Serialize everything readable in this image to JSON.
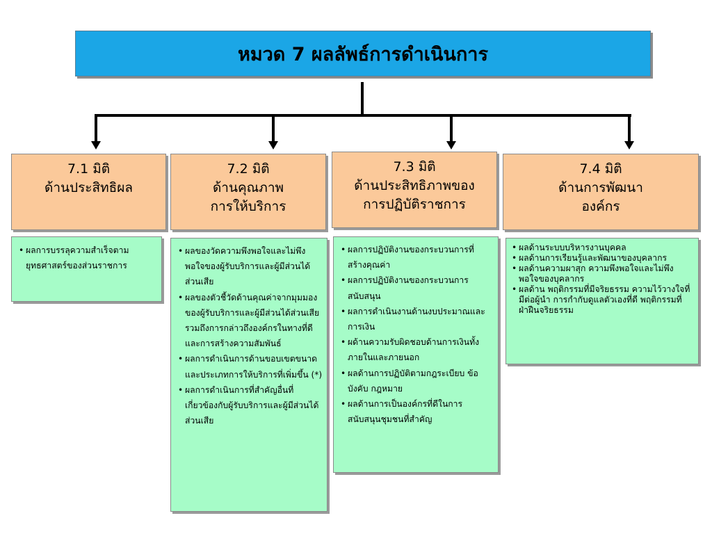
{
  "title": "หมวด 7 ผลลัพธ์การดำเนินการ",
  "columns": [
    {
      "heading": [
        "7.1  มิติ",
        "ด้านประสิทธิผล"
      ],
      "items": [
        "ผลการบรรลุความสำเร็จตามยุทธศาสตร์ของส่วนราชการ"
      ]
    },
    {
      "heading": [
        "7.2  มิติ",
        "ด้านคุณภาพ",
        "การให้บริการ"
      ],
      "items": [
        "ผลของวัดความพึงพอใจและไม่พึงพอใจของผู้รับบริการและผู้มีส่วนได้ส่วนเสีย",
        "ผลของตัวชี้วัดด้านคุณค่าจากมุมมองของผู้รับบริการและผู้มีส่วนได้ส่วนเสีย รวมถึงการกล่าวถึงองค์กรในทางที่ดี และการสร้างความสัมพันธ์",
        "ผลการดำเนินการด้านขอบเขตขนาด และประเภทการให้บริการที่เพิ่มขึ้น (*)",
        " ผลการดำเนินการที่สำคัญอื่นที่เกี่ยวข้องกับผู้รับบริการและผู้มีส่วนได้ส่วนเสีย"
      ]
    },
    {
      "heading": [
        "7.3  มิติ",
        "ด้านประสิทธิภาพของ",
        "การปฏิบัติราชการ"
      ],
      "items": [
        "ผลการปฏิบัติงานของกระบวนการที่สร้างคุณค่า",
        "ผลการปฏิบัติงานของกระบวนการสนับสนุน",
        " ผลการดำเนินงานด้านงบประมาณและการเงิน",
        " ผด้านความรับผิดชอบด้านการเงินทั้งภายในและภายนอก",
        " ผลด้านการปฏิบัติตามกฎระเบียบ ข้อบังคับ กฎหมาย",
        " ผลด้านการเป็นองค์กรที่ดีในการสนับสนุนชุมชนที่สำคัญ"
      ]
    },
    {
      "heading": [
        "7.4 มิติ",
        "ด้านการพัฒนา",
        "องค์กร"
      ],
      "items": [
        "ผลด้านระบบบริหารงานบุคคล",
        "ผลด้านการเรียนรู้และพัฒนาของบุคลากร",
        "ผลด้านความผาสุก ความพึงพอใจและไม่พึงพอใจของบุคลากร",
        " ผลด้าน พฤติกรรมที่มีจริยธรรม ความไว้วางใจที่มีต่อผู้นำ  การกำกับดูแลตัวเองที่ดี  พฤติกรรมที่ฝ่าฝืนจริยธรรม"
      ]
    }
  ],
  "colors": {
    "title_bg": "#1ba6e6",
    "heading_bg": "#fbc99a",
    "body_bg": "#a6fcc8",
    "connector": "#000000"
  }
}
